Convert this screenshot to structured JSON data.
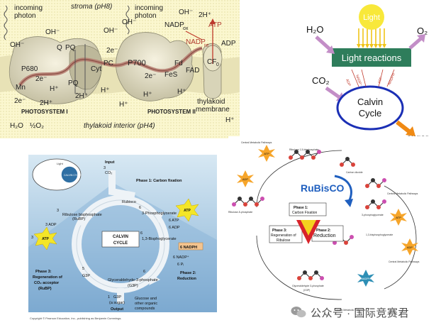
{
  "thylakoid": {
    "incoming_photon_1": "incoming",
    "incoming_photon_2": "photon",
    "stroma": "stroma (pH8)",
    "oh_labels": [
      "OH⁻",
      "OH⁻",
      "OH⁻",
      "OH⁻",
      "OH⁻"
    ],
    "q": "Q",
    "pq_top": "PQ",
    "pq_bottom": "PQ",
    "cyt": "Cyt",
    "pc": "PC",
    "p700": "P700",
    "fd": "Fd",
    "fes": "FeS",
    "fad": "FAD",
    "nadp_ox": "NADP",
    "nadp_ox_sub": "ox",
    "nadp_re": "NADP",
    "nadp_re_sub": "re",
    "atp": "ATP",
    "adp": "ADP",
    "two_h": "2H⁺",
    "two_h_left": "2H⁺",
    "two_h_mid": "2H⁺",
    "p680": "P680",
    "mn": "Mn",
    "h2o": "H₂O",
    "half_o2": "½O₂",
    "two_e": [
      "2e⁻",
      "2e⁻",
      "2e⁻",
      "2e⁻"
    ],
    "h_plus": [
      "H⁺",
      "H⁺",
      "H⁺",
      "H⁺",
      "H⁺",
      "H⁺"
    ],
    "photosystem1": "PHOTOSYSTEM I",
    "photosystem2": "PHOTOSYSTEM II",
    "thylakoid_membrane_1": "thylakoid",
    "thylakoid_membrane_2": "membrane",
    "interior": "thylakoid interior (pH4)",
    "cf": "CF",
    "cf_sub": "0"
  },
  "light": {
    "light": "Light",
    "h2o": "H₂O",
    "o2": "O₂",
    "reactions": "Light reactions",
    "co2": "CO₂",
    "calvin1": "Calvin",
    "calvin2": "Cycle",
    "sugar": "sugar",
    "arrows_left": [
      "ADP",
      "NADP⁺"
    ],
    "arrows_right": [
      "ATP",
      "NADPH"
    ],
    "colors": {
      "light_circle": "#f8e83a",
      "light_rays": "#f0c419",
      "box": "#2e7d5b",
      "arrow_in": "#c38ec7",
      "arrow_sugar": "#f08a14"
    }
  },
  "calvin": {
    "input": "Input",
    "input_count": "3",
    "co2": "CO₂",
    "phase1": "Phase 1: Carbon fixation",
    "rubisco": "Rubisco",
    "rubp_count": "3",
    "rubp": "Ribulose bisphosphate",
    "rubp_abbr": "(RuBP)",
    "pga_count": "6",
    "pga": "3-Phosphoglycerate",
    "atp1": "6 ATP",
    "adp1": "6 ADP",
    "atp3": "3 ATP",
    "adp3": "3 ADP",
    "calvin": "CALVIN",
    "cycle": "CYCLE",
    "bpg_count": "6",
    "bpg": "1,3-Bisphoglycerate",
    "nadph": "6 NADPH",
    "nadp": "6 NADP⁺",
    "pi": "6 Pᵢ",
    "g3p5": "5",
    "g3p_label": "G3P",
    "g3p6": "6",
    "g3p_full": "Glyceraldehyde-3-phosphate",
    "g3p_abbr": "(G3P)",
    "phase2_1": "Phase 2:",
    "phase2_2": "Reduction",
    "phase3_1": "Phase 3:",
    "phase3_2": "Regeneration of",
    "phase3_3": "CO₂ acceptor",
    "phase3_4": "(RuBP)",
    "output_count": "1",
    "output_g3p": "G3P",
    "output_sugar": "(a sugar)",
    "output": "Output",
    "glucose1": "Glucose and",
    "glucose2": "other organic",
    "glucose3": "compounds",
    "light_label": "Light",
    "chloroplast": "CALVIN CYCLE",
    "copyright": "Copyright © Pearson Education, Inc., publishing as Benjamin Cummings.",
    "colors": {
      "bg_top": "#cfe3f0",
      "bg_mid": "#a9c9e2",
      "bg_bottom": "#7faed3",
      "arrow": "#e9eef2",
      "atp": "#f4e627",
      "nadph": "#f4c48f"
    }
  },
  "rubisco": {
    "central1": "Central Metabolic Pathways",
    "central2": "Central Metabolic Pathways",
    "central3": "Central Metabolic Pathways",
    "central4": "Central Metabolic Pathways",
    "rubp": "Ribulose 1,5-bisphosphate",
    "co2": "Carbon dioxide",
    "rubisco": "RuBisCO",
    "pga": "3-phosphoglycerate",
    "r5p": "Ribulose-5-phosphate",
    "bpg": "1,3-bisphosphoglycerate",
    "g3p": "Glyceraldehyde 3-phosphate",
    "g3p_abbr": "(G3P)",
    "phase1_1": "Phase 1:",
    "phase1_2": "Carbon Fixation",
    "phase3_1": "Phase 3:",
    "phase3_2": "Regeneration of",
    "phase3_3": "Ribulose",
    "phase2_1": "Phase 2:",
    "phase2_2": "Reduction",
    "atp": "ATP",
    "adp": "ADP",
    "nadph": "NADPH",
    "colors": {
      "rubisco": "#1f5fbf",
      "burst": "#f6a52a",
      "burst_blue": "#2e8fb5",
      "triangle_red": "#d8232a",
      "triangle_yellow": "#f4d21e"
    }
  },
  "watermark": {
    "text": "公众号 · 国际竞赛君"
  }
}
